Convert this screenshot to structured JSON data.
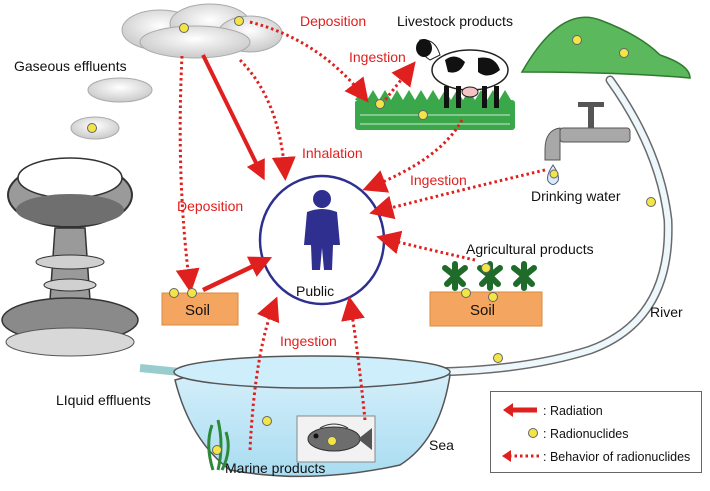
{
  "colors": {
    "accent_red": "#e0201e",
    "soil": "#f4a660",
    "person": "#2e2f8f",
    "sea": "#bfe6f5",
    "mountain": "#5cb85c",
    "grass": "#3aa84a",
    "radionuclide": "#f1e548"
  },
  "labels": {
    "gaseous_effluents": "Gaseous effluents",
    "livestock_products": "Livestock products",
    "drinking_water": "Drinking water",
    "agricultural_products": "Agricultural products",
    "river": "River",
    "liquid_effluents": "LIquid effluents",
    "sea": "Sea",
    "marine_products": "Marine products",
    "public": "Public",
    "soil_left": "Soil",
    "soil_right": "Soil"
  },
  "pathways": {
    "deposition_top": "Deposition",
    "ingestion_cow": "Ingestion",
    "inhalation": "Inhalation",
    "ingestion_mid": "Ingestion",
    "deposition_left": "Deposition",
    "ingestion_bottom": "Ingestion"
  },
  "legend": {
    "items": [
      {
        "symbol": "radiation-arrow",
        "label": ": Radiation"
      },
      {
        "symbol": "radionuclide-dot",
        "label": ": Radionuclides"
      },
      {
        "symbol": "dotted-arrow",
        "label": ": Behavior of radionuclides"
      }
    ]
  },
  "icons": [
    "cloud-icon",
    "mushroom-cloud-icon",
    "cow-icon",
    "grass-icon",
    "mountain-icon",
    "faucet-icon",
    "water-drop-icon",
    "person-icon",
    "crop-icon",
    "fish-icon",
    "seaweed-icon",
    "sea-basin-icon",
    "radionuclide-dot-icon"
  ]
}
